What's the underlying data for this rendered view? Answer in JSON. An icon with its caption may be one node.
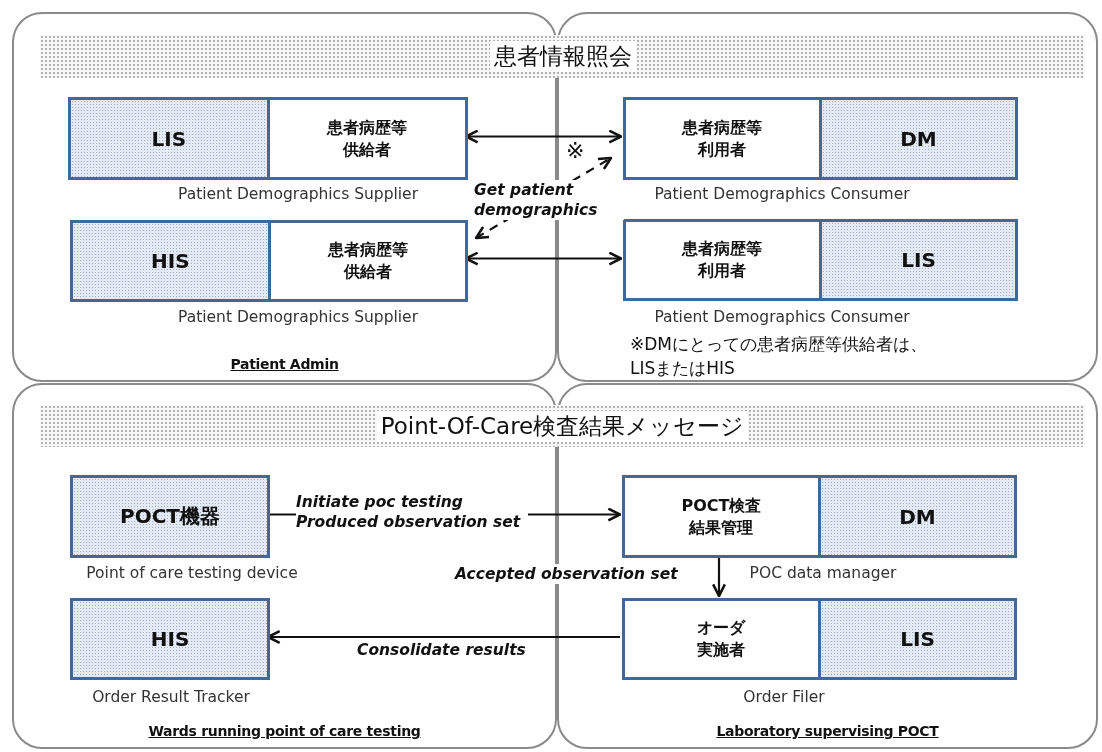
{
  "diagram": {
    "nodes": [
      {
        "text": [
          "Patient Admin"
        ]
      },
      {
        "text": [],
        "shape": "box"
      },
      {
        "text": [
          "Wards running point of care testing"
        ]
      },
      {
        "text": [
          "Laboratory supervising POCT"
        ]
      },
      {
        "text": [
          "患者情報照会"
        ]
      },
      {
        "text": [
          "LIS",
          "患者病歴等供給者"
        ],
        "beside": [
          "Patient Demographics Supplier"
        ],
        "in": 0
      },
      {
        "text": [
          "HIS",
          "患者病歴等供給者"
        ],
        "beside": [
          "Patient Demographics Supplier"
        ],
        "in": 0
      },
      {
        "text": [
          "患者病歴等利用者",
          "DM"
        ],
        "beside": [
          "Patient Demographics Consumer"
        ],
        "in": 1
      },
      {
        "text": [
          "患者病歴等利用者",
          "LIS"
        ],
        "beside": [
          "Patient Demographics Consumer"
        ],
        "in": 1
      },
      {
        "text": [
          "Point-Of-Care検査結果メッセージ"
        ]
      },
      {
        "text": [
          "POCT機器"
        ],
        "beside": [
          "Point of care testing device"
        ],
        "in": 2
      },
      {
        "text": [
          "HIS"
        ],
        "beside": [
          "Order Result Tracker"
        ],
        "in": 2
      },
      {
        "text": [
          "POCT検査結果管理",
          "DM"
        ],
        "beside": [
          "POC data manager"
        ],
        "in": 3
      },
      {
        "text": [
          "オーダ実施者",
          "LIS"
        ],
        "beside": [
          "Order Filer"
        ],
        "in": 3
      }
    ],
    "edges": [
      {
        "from": 5,
        "to": 7,
        "arrow": "both"
      },
      {
        "from": 6,
        "to": 8,
        "arrow": "both"
      },
      {
        "from": 6,
        "to": 7,
        "arrow": "both",
        "style": "dashed",
        "label": "Get patient demographics"
      },
      {
        "from": 10,
        "to": 12,
        "arrow": "to",
        "label": "Initiate poc testing Produced observation set"
      },
      {
        "from": 12,
        "to": 13,
        "arrow": "to",
        "label": "Accepted observation set"
      },
      {
        "from": 13,
        "to": 11,
        "arrow": "to",
        "label": "Consolidate results"
      }
    ],
    "labels": [
      "※",
      "※DMにとっての患者病歴等供給者は、LISまたはHIS"
    ]
  }
}
